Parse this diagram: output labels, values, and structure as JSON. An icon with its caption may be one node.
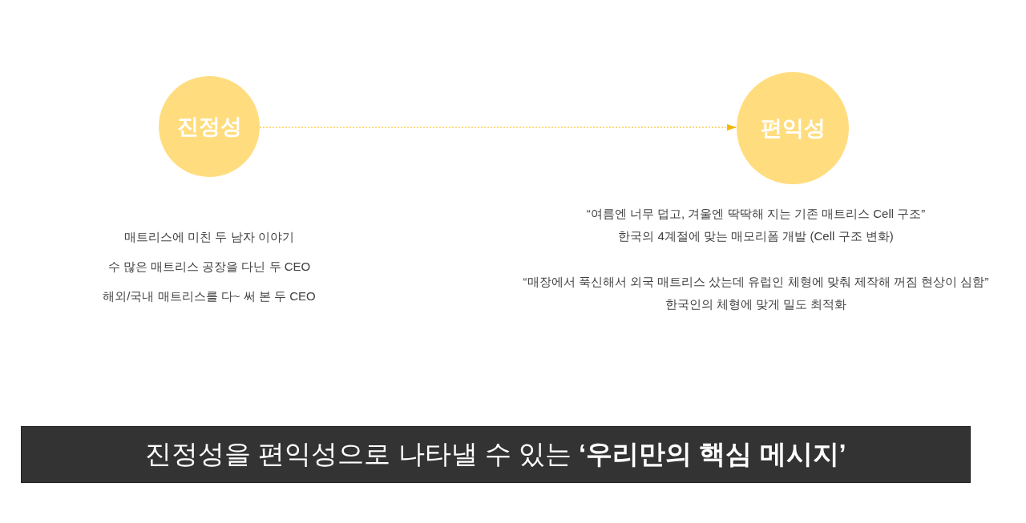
{
  "diagram": {
    "nodes": [
      {
        "text": [
          "진정성"
        ]
      },
      {
        "text": [
          "편익성"
        ]
      },
      {
        "text": [
          "진정성을 편익성으로 나타낼 수 있는 **‘우리만의 핵심 메시지’**"
        ]
      }
    ],
    "edges": [
      {
        "from": 0,
        "to": 1,
        "arrow": "to",
        "style": "dashed",
        "color": "#f5b800"
      }
    ],
    "labels": [
      "매트리스에 미친 두 남자 이야기",
      "수 많은 매트리스 공장을 다닌 두 CEO",
      "해외/국내 매트리스를 다~ 써 본 두 CEO",
      "“여름엔 너무 덥고, 겨울엔 딱딱해 지는 기존 매트리스 Cell 구조”",
      "한국의 4계절에 맞는 매모리폼 개발 (Cell 구조 변화)",
      "“매장에서 푹신해서 외국 매트리스 샀는데 유럽인 체형에 맞춰 제작해 꺼짐 현상이 심함”",
      "한국인의 체형에 맞게 밀도 최적화"
    ]
  }
}
